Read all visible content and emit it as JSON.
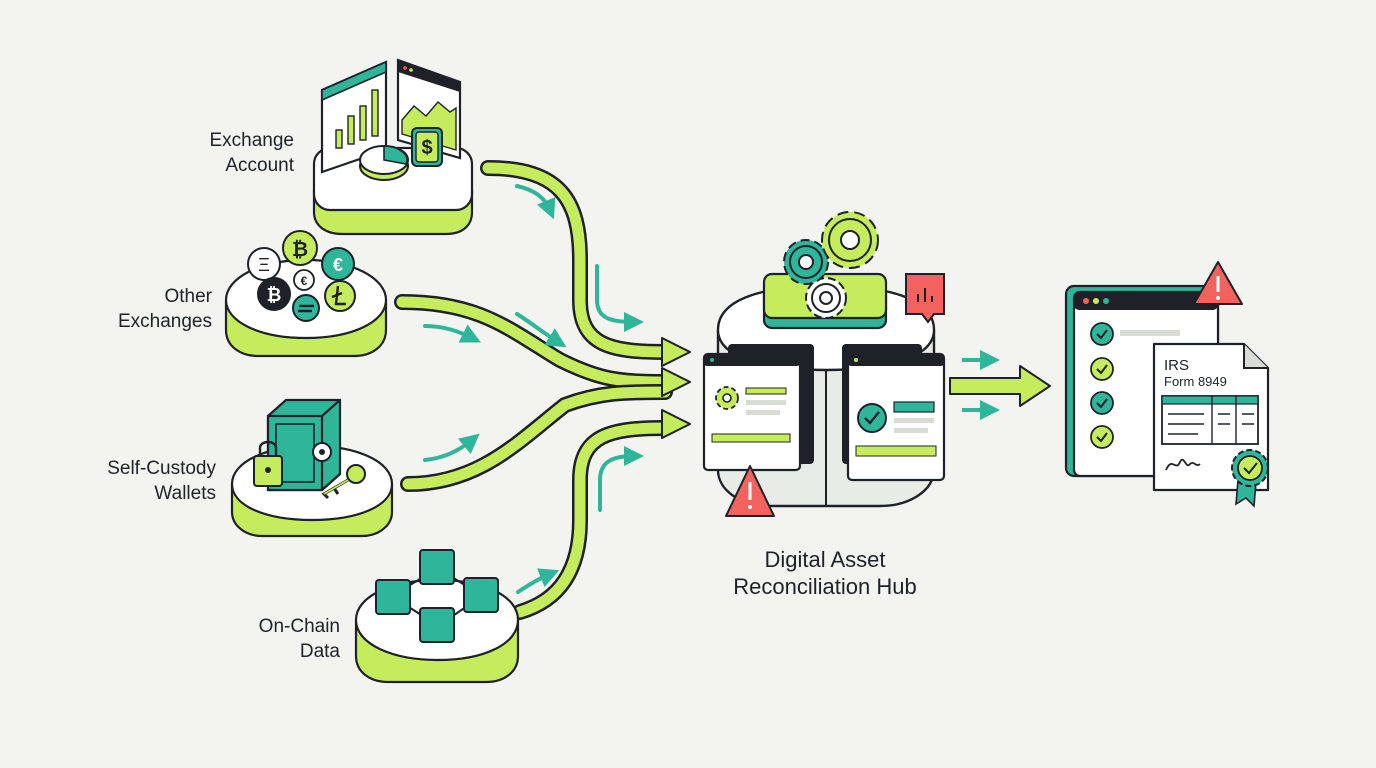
{
  "sources": [
    {
      "line1": "Exchange",
      "line2": "Account"
    },
    {
      "line1": "Other",
      "line2": "Exchanges"
    },
    {
      "line1": "Self-Custody",
      "line2": "Wallets"
    },
    {
      "line1": "On-Chain",
      "line2": "Data"
    }
  ],
  "hub": {
    "line1": "Digital Asset",
    "line2": "Reconciliation Hub"
  },
  "report": {
    "line1": "IRS",
    "line2": "Form 8949"
  },
  "coins": {
    "eth": "Ξ",
    "btc": "₿",
    "euro": "€",
    "euro_small": "€",
    "dollar": "$"
  },
  "colors": {
    "lime": "#c4ec5c",
    "teal": "#2fb59a",
    "dark": "#1e2228",
    "alert": "#f2635e",
    "background": "#f3f4f0"
  }
}
